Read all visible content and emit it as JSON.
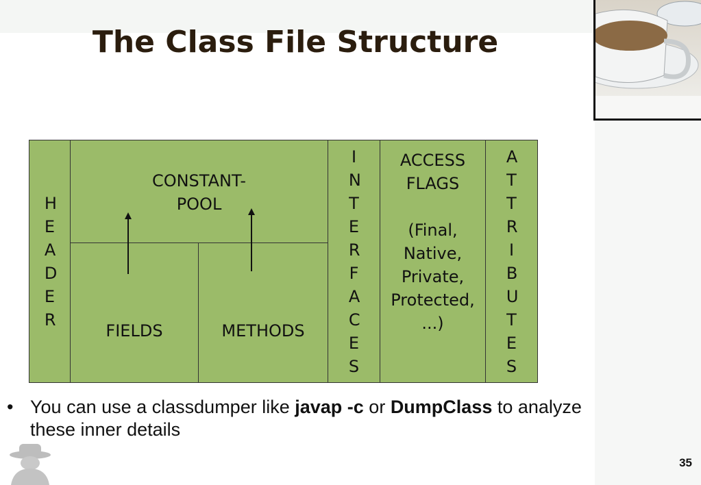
{
  "slide": {
    "title": "The Class File Structure",
    "page_number": "35"
  },
  "diagram": {
    "header": "HEADER",
    "constant_pool": "CONSTANT-\nPOOL",
    "fields": "FIELDS",
    "methods": "METHODS",
    "interfaces": "INTERFACES",
    "access_flags": "ACCESS\nFLAGS\n\n(Final,\nNative,\nPrivate,\nProtected,\n...)",
    "attributes": "ATTRIBUTES"
  },
  "bullet": {
    "marker": "•",
    "text_1": "You can use a classdumper like ",
    "bold_1": "javap -c",
    "text_2": " or ",
    "bold_2": "DumpClass",
    "text_3": " to analyze these inner details"
  },
  "colors": {
    "cell_fill": "#9bbb69",
    "title": "#2b1d0e"
  }
}
